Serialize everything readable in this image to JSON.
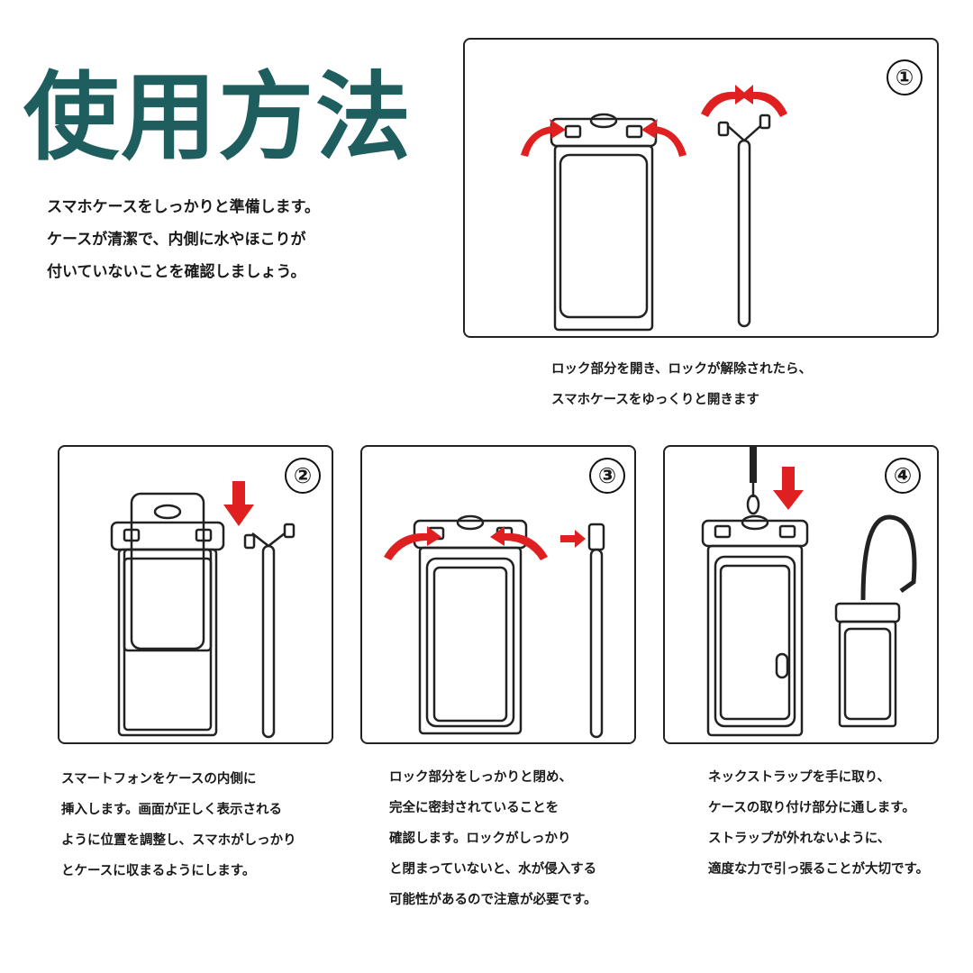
{
  "title": "使用方法",
  "intro": [
    "スマホケースをしっかりと準備します。",
    "ケースが清潔で、内側に水やほこりが",
    "付いていないことを確認しましょう。"
  ],
  "steps": [
    {
      "number": "①",
      "caption": [
        "ロック部分を開き、ロックが解除されたら、",
        "スマホケースをゆっくりと開きます"
      ]
    },
    {
      "number": "②",
      "caption": [
        " スマートフォンをケースの内側に",
        "挿入します。画面が正しく表示される",
        "ように位置を調整し、スマホがしっかり",
        "とケースに収まるようにします。"
      ]
    },
    {
      "number": "③",
      "caption": [
        "ロック部分をしっかりと閉め、",
        "完全に密封されていることを",
        "確認します。ロックがしっかり",
        "と閉まっていないと、水が侵入する",
        "可能性があるので注意が必要です。"
      ]
    },
    {
      "number": "④",
      "caption": [
        "ネックストラップを手に取り、",
        "ケースの取り付け部分に通します。",
        "ストラップが外れないように、",
        "適度な力で引っ張ることが大切です。"
      ]
    }
  ],
  "colors": {
    "title": "#1f5e5f",
    "arrow": "#e02020",
    "line": "#222222"
  }
}
